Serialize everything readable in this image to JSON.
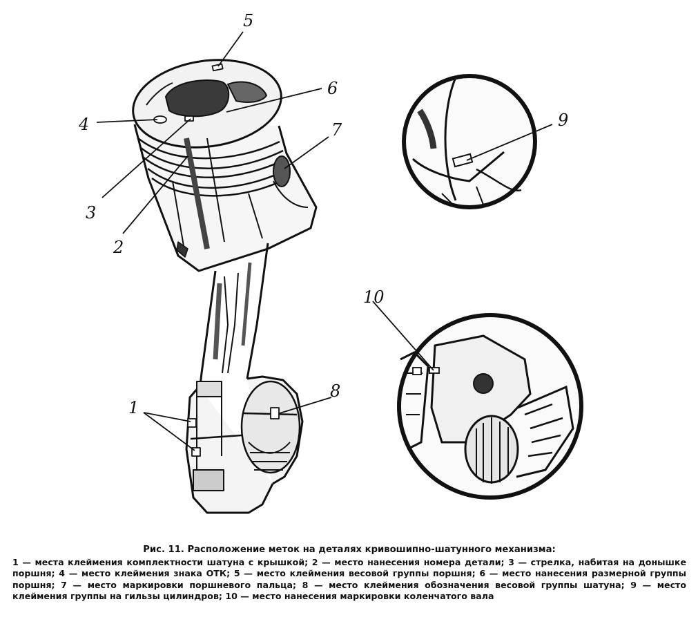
{
  "labels": {
    "l1": "1",
    "l2": "2",
    "l3": "3",
    "l4": "4",
    "l5": "5",
    "l6": "6",
    "l7": "7",
    "l8": "8",
    "l9": "9",
    "l10": "10"
  },
  "caption": {
    "title": "Рис. 11. Расположение меток на деталях кривошипно-шатунного механизма:",
    "body": "1 — места клеймения комплектности шатуна с крышкой; 2 — место нанесения номера детали; 3 — стрелка, набитая на донышке поршня; 4 — место клеймения знака ОТК; 5 — место клеймения весовой группы поршня; 6 — место нанесения размерной группы поршня; 7 — место маркировки поршневого пальца; 8 — место клеймения обозначения весовой группы шатуна; 9 — место клеймения группы на гильзы цилиндров; 10 — место нанесения маркировки коленчатого вала"
  }
}
